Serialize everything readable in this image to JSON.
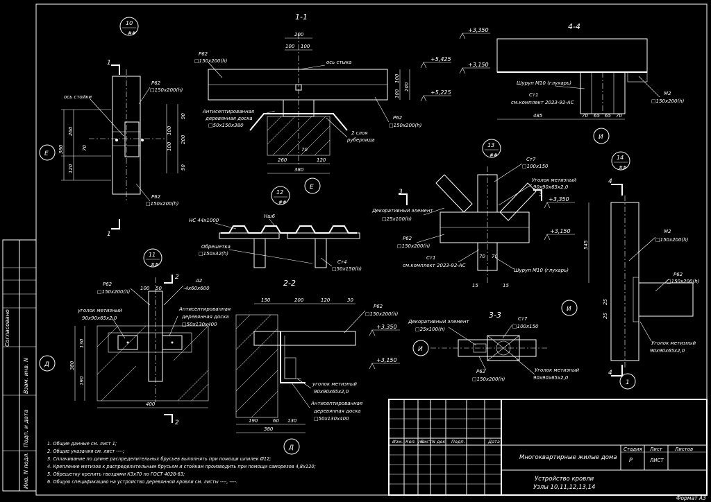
{
  "format_label": "Формат А3",
  "side_stamp": {
    "agreed": "Согласовано",
    "replaced_inv": "Взам. инв. N",
    "sign_date": "Подп. и дата",
    "inv_orig": "Инв. N подл."
  },
  "title_block": {
    "headers": [
      "Изм.",
      "Кол. уч.",
      "Лист",
      "N док.",
      "Подп.",
      "Дата"
    ],
    "project": "Многоквартирные жилые дома",
    "sheet_title_1": "Устройство кровли",
    "sheet_title_2": "Узлы 10,11,12,13,14",
    "stage_h": "Стадия",
    "sheet_h": "Лист",
    "sheets_h": "Листов",
    "stage": "Р",
    "sheet": "ЛИСТ"
  },
  "notes": [
    "1.  Общие данные см. лист 1;",
    "2.  Общие указания см. лист ----;",
    "3.  Сплачивание по длине распределительных брусьев выполнять при помощи шпилек Ø12;",
    "4.  Крепление метизов к распределительным брусьям и стойкам производить при помощи саморезов 4,8х120;",
    "5.  Обрешетку крепить гвоздями К3х70 по ГОСТ 4028-63;",
    "6.  Общую спецификацию на устройство деревянной кровли см. листы ----, ----."
  ],
  "node10": {
    "num": "10",
    "axis": "ось стойки",
    "rb_top": "Р62",
    "rb_top_sec": "□150х200(h)",
    "rb_bot": "Р62",
    "rb_bot_sec": "□150х200(h)",
    "circle": "Е",
    "cut": "1",
    "dims_left": [
      "260",
      "120",
      "380",
      "70"
    ],
    "dims_right": [
      "90",
      "100",
      "100",
      "200",
      "90"
    ]
  },
  "sec11": {
    "title": "1-1",
    "d200": "200",
    "d100a": "100",
    "d100b": "100",
    "axis": "ось стыка",
    "r1": "Р62",
    "r1s": "□150х200(h)",
    "r2": "Р62",
    "r2s": "□150х200(h)",
    "board1": "Антисептированная",
    "board2": "деревянная доска",
    "board3": "□50х150х380",
    "rub1": "2 слоя",
    "rub2": "рубероида",
    "lvl1": "+5,425",
    "lvl2": "+5,225",
    "d70": "70",
    "d260": "260",
    "d120": "120",
    "d380": "380",
    "dv100a": "100",
    "dv100b": "100",
    "dv200": "200",
    "circle": "Е"
  },
  "sec44": {
    "title": "4-4",
    "lvl1": "+3,350",
    "lvl2": "+3,150",
    "screw": "Шуруп М10 (глухарь)",
    "st1": "Ст1",
    "st1ref": "см.комплект 2023-92-АС",
    "m2": "М2",
    "m2s": "□150х200(h)",
    "d485": "485",
    "d70a": "70",
    "d65a": "65",
    "d65b": "65",
    "d70b": "70",
    "circle": "И"
  },
  "node12": {
    "num": "12",
    "nc": "НС 44х1000",
    "ns": "Нш6",
    "ob": "Обрешетка",
    "obs": "□150х32(h)",
    "st": "Ст4",
    "sts": "□50х150(h)"
  },
  "node13": {
    "num": "13",
    "ct7": "Ст7",
    "ct7s": "□100х150",
    "corner": "Уголок метизный",
    "corners": "90х90х65х2,0",
    "dec": "Декоративный элемент",
    "decs": "□25х100(h)",
    "r62": "Р62",
    "r62s": "□150х200(h)",
    "lvl1": "+3,350",
    "lvl2": "+3,150",
    "st1": "Ст1",
    "st1ref": "см.комплект 2023-92-АС",
    "screw": "Шуруп М10 (глухарь)",
    "d70a": "70",
    "d70b": "70",
    "d15a": "15",
    "d15b": "15",
    "cut3": "3"
  },
  "node14": {
    "num": "14",
    "cut": "4",
    "m2": "М2",
    "m2s": "□150х200(h)",
    "r62": "Р62",
    "r62s": "□150х200(h)",
    "corner": "Уголок метизный",
    "corners": "90х90х65х2,0",
    "d545": "545",
    "d25a": "25",
    "d25b": "25",
    "circle": "И",
    "circle2": "1"
  },
  "node11": {
    "num": "11",
    "r62": "Р62",
    "r62s": "□150х200(h)",
    "ug": "уголок метизный",
    "ugs": "90х90х65х2,0",
    "a2": "А2",
    "a2s": "-4х60х600",
    "board1": "Антисептированная",
    "board2": "деревянная доска",
    "board3": "□50х130х400",
    "d100": "100",
    "d50": "50",
    "d130": "130",
    "d380": "380",
    "d190": "190",
    "d400": "400",
    "circle": "Д",
    "cut": "2"
  },
  "sec22": {
    "title": "2-2",
    "d150": "150",
    "d200": "200",
    "d120": "120",
    "d30": "30",
    "r62": "Р62",
    "r62s": "□150х200(h)",
    "lvl1": "+3,350",
    "lvl2": "+3,150",
    "ug": "уголок метизный",
    "ugs": "90х90х65х2,0",
    "board1": "Антисептированная",
    "board2": "деревянная доска",
    "board3": "□50х130х400",
    "d190": "190",
    "d60": "60",
    "d130": "130",
    "d380": "380",
    "circle": "Д"
  },
  "sec33": {
    "title": "3-3",
    "dec": "Декоративный элемент",
    "decs": "□25х100(h)",
    "ct7": "Ст7",
    "ct7s": "□100х150",
    "r62": "Р62",
    "r62s": "□150х200(h)",
    "corner": "Уголок метизный",
    "corners": "90х90х65х2,0",
    "circle": "И"
  }
}
